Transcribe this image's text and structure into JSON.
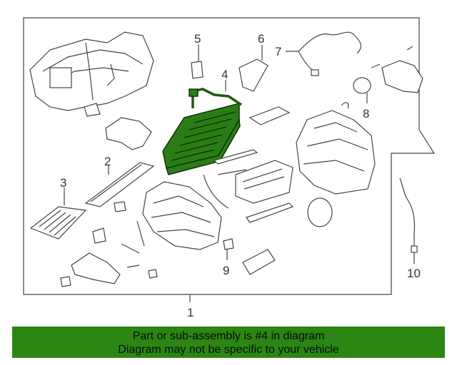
{
  "diagram": {
    "callouts": [
      "1",
      "2",
      "3",
      "4",
      "5",
      "6",
      "7",
      "8",
      "9",
      "10"
    ],
    "highlighted_part": "4"
  },
  "banner": {
    "line1": "Part or sub-assembly is #4 in diagram",
    "line2": "Diagram may not be specific to your vehicle",
    "color": "#2b8612"
  },
  "colors": {
    "highlight": "#2a7d14",
    "line": "#444444"
  }
}
